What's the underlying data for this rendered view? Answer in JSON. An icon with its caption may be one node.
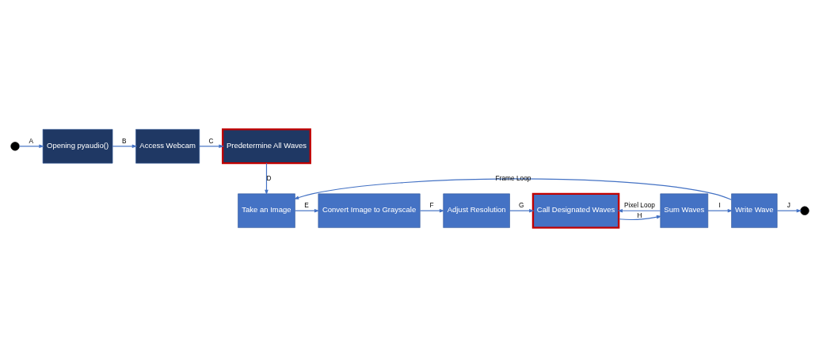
{
  "diagram": {
    "nodes": [
      {
        "text": [],
        "shape": "circle"
      },
      {
        "text": [
          "Opening pyaudio()"
        ]
      },
      {
        "text": [
          "Access Webcam"
        ]
      },
      {
        "text": [
          "Predetermine All Waves"
        ]
      },
      {
        "text": [
          "Take an Image"
        ]
      },
      {
        "text": [
          "Convert Image to Grayscale"
        ]
      },
      {
        "text": [
          "Adjust Resolution"
        ]
      },
      {
        "text": [
          "Call Designated Waves"
        ]
      },
      {
        "text": [
          "Sum Waves"
        ]
      },
      {
        "text": [
          "Write Wave"
        ]
      },
      {
        "text": [],
        "shape": "circle"
      }
    ],
    "edges": [
      {
        "from": 0,
        "to": 1,
        "arrow": "to",
        "label": "A"
      },
      {
        "from": 1,
        "to": 2,
        "arrow": "to",
        "label": "B"
      },
      {
        "from": 2,
        "to": 3,
        "arrow": "to",
        "label": "C"
      },
      {
        "from": 3,
        "to": 4,
        "arrow": "to",
        "label": "D"
      },
      {
        "from": 4,
        "to": 5,
        "arrow": "to",
        "label": "E"
      },
      {
        "from": 5,
        "to": 6,
        "arrow": "to",
        "label": "F"
      },
      {
        "from": 6,
        "to": 7,
        "arrow": "to",
        "label": "G"
      },
      {
        "from": 7,
        "to": 8,
        "arrow": "to",
        "label": "H"
      },
      {
        "from": 8,
        "to": 7,
        "arrow": "to",
        "label": "Pixel Loop"
      },
      {
        "from": 8,
        "to": 9,
        "arrow": "to",
        "label": "I"
      },
      {
        "from": 9,
        "to": 4,
        "arrow": "to",
        "label": "Frame Loop"
      },
      {
        "from": 9,
        "to": 10,
        "arrow": "to",
        "label": "J"
      }
    ]
  }
}
